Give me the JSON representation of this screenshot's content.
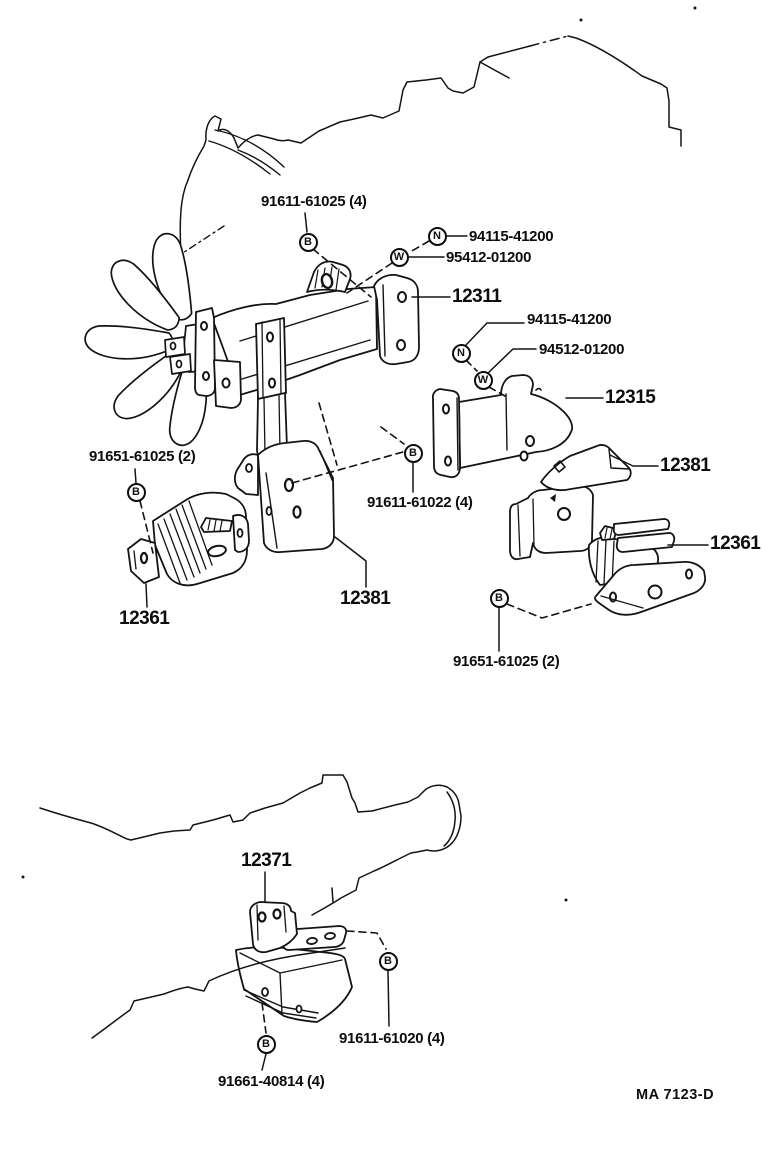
{
  "figure_code": "MA  7123-D",
  "parts": {
    "bracket_front": "12311",
    "bracket_side": "12315",
    "insulator_sub_left": "12381",
    "insulator_sub_right": "12381",
    "insulator_left": "12361",
    "insulator_right": "12361",
    "bracket_rear": "12371"
  },
  "hardware": {
    "bolt_front_upper": "91611-61025 (4)",
    "nut_upper": "94115-41200",
    "washer_upper": "95412-01200",
    "nut_side": "94115-41200",
    "washer_side": "94512-01200",
    "bolt_insulator_left": "91651-61025 (2)",
    "bolt_bracket_mid": "91611-61022 (4)",
    "bolt_insulator_right": "91651-61025 (2)",
    "bolt_rear_bracket": "91611-61020 (4)",
    "bolt_rear_insulator": "91661-40814 (4)"
  },
  "fastener_symbols": {
    "bolt": "B",
    "nut": "N",
    "washer": "W"
  }
}
